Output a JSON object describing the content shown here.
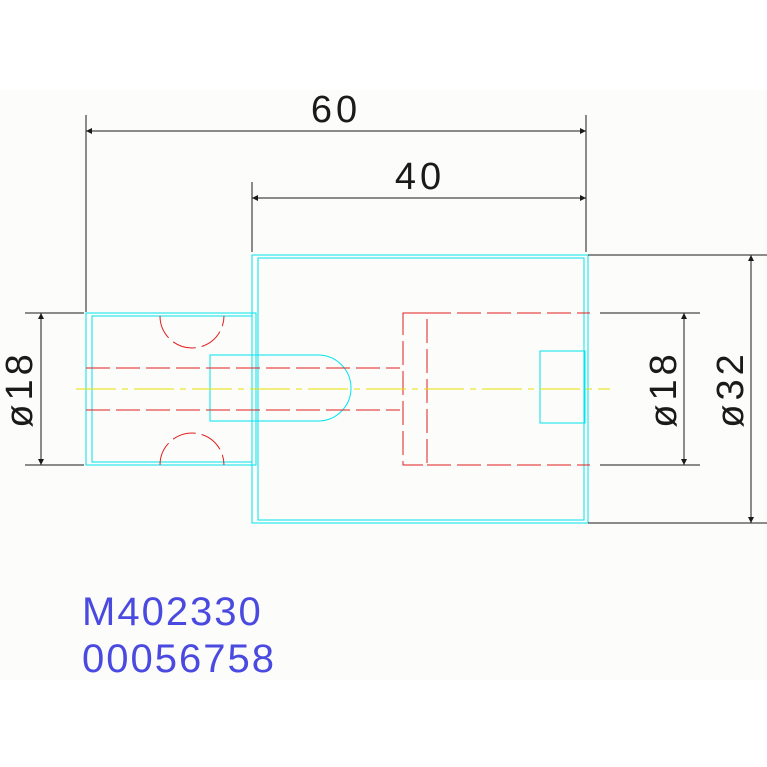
{
  "drawing": {
    "dimensions": {
      "overall_length": "60",
      "body_length": "40",
      "left_diameter": "ø18",
      "right_bore_diameter": "ø18",
      "body_diameter": "ø32"
    },
    "part_number": "M402330",
    "serial_number": "00056758",
    "colors": {
      "background": "#fcfcfa",
      "outline": "#00e5ee",
      "hidden": "#e11e1e",
      "centerline": "#e8e000",
      "dimension": "#1a1a1a",
      "code_text": "#4a4ae0"
    }
  }
}
